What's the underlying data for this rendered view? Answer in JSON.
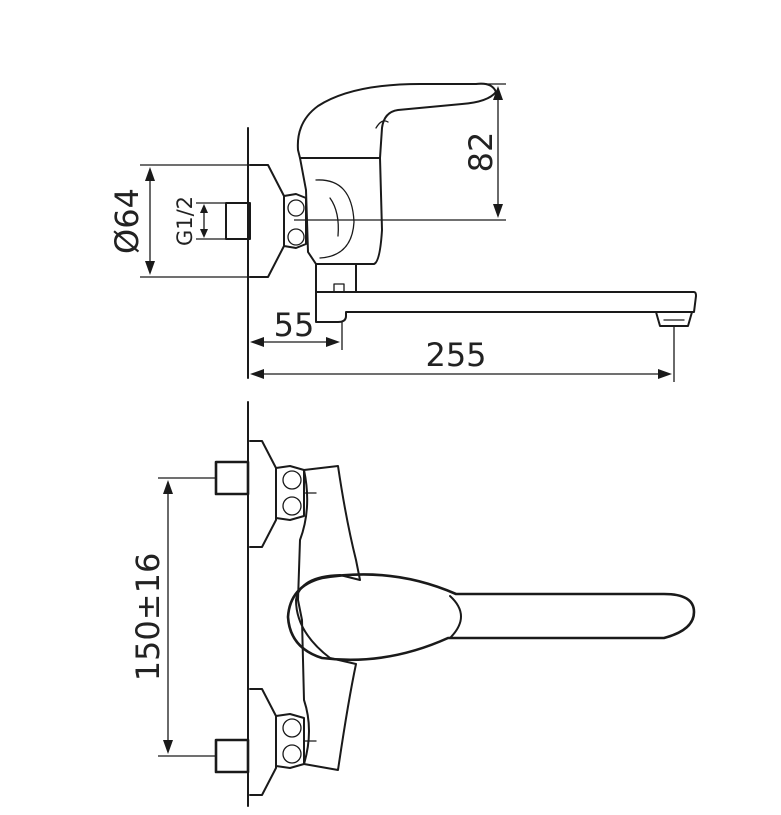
{
  "dimensions": {
    "height": "82",
    "diameter": "Ø64",
    "thread": "G1/2",
    "wall_offset": "55",
    "spout_length": "255",
    "spacing": "150±16"
  },
  "colors": {
    "line": "#1a1a1a",
    "background": "#ffffff"
  }
}
